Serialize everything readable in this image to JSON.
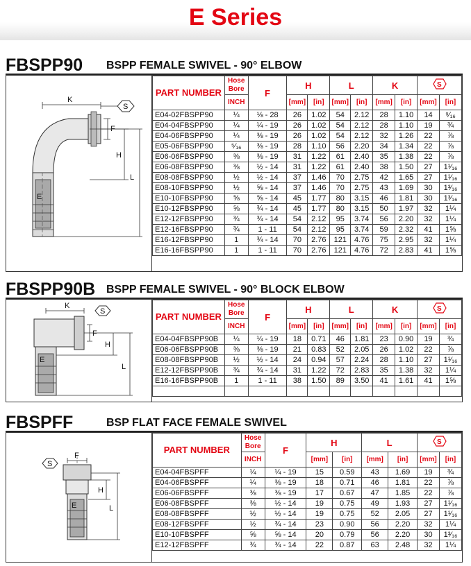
{
  "banner": {
    "title": "E Series"
  },
  "hex_symbol": "S",
  "sections": [
    {
      "code": "FBSPP90",
      "description": "BSPP FEMALE SWIVEL - 90° ELBOW",
      "drawing_labels": {
        "k": "K",
        "f": "F",
        "h": "H",
        "l": "L",
        "s": "S"
      },
      "headers": {
        "part": "PART NUMBER",
        "hose_bore": "Hose Bore",
        "inch": "INCH",
        "f": "F",
        "h": "H",
        "l": "L",
        "k": "K",
        "mm": "[mm]",
        "in": "[in]"
      },
      "rows": [
        [
          "E04-02FBSPP90",
          "¼",
          "⅛ - 28",
          "26",
          "1.02",
          "54",
          "2.12",
          "28",
          "1.10",
          "14",
          "⁹⁄₁₆"
        ],
        [
          "E04-04FBSPP90",
          "¼",
          "¼ - 19",
          "26",
          "1.02",
          "54",
          "2.12",
          "28",
          "1.10",
          "19",
          "¾"
        ],
        [
          "E04-06FBSPP90",
          "¼",
          "⅜ - 19",
          "26",
          "1.02",
          "54",
          "2.12",
          "32",
          "1.26",
          "22",
          "⅞"
        ],
        [
          "E05-06FBSPP90",
          "⁵⁄₁₆",
          "⅜ - 19",
          "28",
          "1.10",
          "56",
          "2.20",
          "34",
          "1.34",
          "22",
          "⅞"
        ],
        [
          "E06-06FBSPP90",
          "⅜",
          "⅜ - 19",
          "31",
          "1.22",
          "61",
          "2.40",
          "35",
          "1.38",
          "22",
          "⅞"
        ],
        [
          "E06-08FBSPP90",
          "⅜",
          "½ - 14",
          "31",
          "1.22",
          "61",
          "2.40",
          "38",
          "1.50",
          "27",
          "1¹⁄₁₆"
        ],
        [
          "E08-08FBSPP90",
          "½",
          "½ - 14",
          "37",
          "1.46",
          "70",
          "2.75",
          "42",
          "1.65",
          "27",
          "1¹⁄₁₆"
        ],
        [
          "E08-10FBSPP90",
          "½",
          "⅝ - 14",
          "37",
          "1.46",
          "70",
          "2.75",
          "43",
          "1.69",
          "30",
          "1³⁄₁₆"
        ],
        [
          "E10-10FBSPP90",
          "⅝",
          "⅝ - 14",
          "45",
          "1.77",
          "80",
          "3.15",
          "46",
          "1.81",
          "30",
          "1³⁄₁₆"
        ],
        [
          "E10-12FBSPP90",
          "⅝",
          "¾ - 14",
          "45",
          "1.77",
          "80",
          "3.15",
          "50",
          "1.97",
          "32",
          "1¼"
        ],
        [
          "E12-12FBSPP90",
          "¾",
          "¾ - 14",
          "54",
          "2.12",
          "95",
          "3.74",
          "56",
          "2.20",
          "32",
          "1¼"
        ],
        [
          "E12-16FBSPP90",
          "¾",
          "1 - 11",
          "54",
          "2.12",
          "95",
          "3.74",
          "59",
          "2.32",
          "41",
          "1⅝"
        ],
        [
          "E16-12FBSPP90",
          "1",
          "¾ - 14",
          "70",
          "2.76",
          "121",
          "4.76",
          "75",
          "2.95",
          "32",
          "1¼"
        ],
        [
          "E16-16FBSPP90",
          "1",
          "1 - 11",
          "70",
          "2.76",
          "121",
          "4.76",
          "72",
          "2.83",
          "41",
          "1⅝"
        ]
      ]
    },
    {
      "code": "FBSPP90B",
      "description": "BSPP FEMALE SWIVEL - 90° BLOCK ELBOW",
      "drawing_labels": {
        "k": "K",
        "f": "F",
        "h": "H",
        "l": "L",
        "s": "S"
      },
      "headers": {
        "part": "PART NUMBER",
        "hose_bore": "Hose Bore",
        "inch": "INCH",
        "f": "F",
        "h": "H",
        "l": "L",
        "k": "K",
        "mm": "[mm]",
        "in": "[in]"
      },
      "rows": [
        [
          "E04-04FBSPP90B",
          "¼",
          "¼ - 19",
          "18",
          "0.71",
          "46",
          "1.81",
          "23",
          "0.90",
          "19",
          "¾"
        ],
        [
          "E06-06FBSPP90B",
          "⅜",
          "⅜ - 19",
          "21",
          "0.83",
          "52",
          "2.05",
          "26",
          "1.02",
          "22",
          "⅞"
        ],
        [
          "E08-08FBSPP90B",
          "½",
          "½ - 14",
          "24",
          "0.94",
          "57",
          "2.24",
          "28",
          "1.10",
          "27",
          "1¹⁄₁₆"
        ],
        [
          "E12-12FBSPP90B",
          "¾",
          "¾ - 14",
          "31",
          "1.22",
          "72",
          "2.83",
          "35",
          "1.38",
          "32",
          "1¼"
        ],
        [
          "E16-16FBSPP90B",
          "1",
          "1 - 11",
          "38",
          "1.50",
          "89",
          "3.50",
          "41",
          "1.61",
          "41",
          "1⅝"
        ]
      ]
    },
    {
      "code": "FBSPFF",
      "description": "BSP FLAT FACE FEMALE SWIVEL",
      "drawing_labels": {
        "f": "F",
        "h": "H",
        "l": "L",
        "s": "S"
      },
      "headers": {
        "part": "PART NUMBER",
        "hose_bore": "Hose Bore",
        "inch": "INCH",
        "f": "F",
        "h": "H",
        "l": "L",
        "mm": "[mm]",
        "in": "[in]"
      },
      "rows": [
        [
          "E04-04FBSPFF",
          "¼",
          "¼ - 19",
          "15",
          "0.59",
          "43",
          "1.69",
          "19",
          "¾"
        ],
        [
          "E04-06FBSPFF",
          "¼",
          "⅜ - 19",
          "18",
          "0.71",
          "46",
          "1.81",
          "22",
          "⅞"
        ],
        [
          "E06-06FBSPFF",
          "⅜",
          "⅜ - 19",
          "17",
          "0.67",
          "47",
          "1.85",
          "22",
          "⅞"
        ],
        [
          "E06-08FBSPFF",
          "⅜",
          "½ - 14",
          "19",
          "0.75",
          "49",
          "1.93",
          "27",
          "1¹⁄₁₆"
        ],
        [
          "E08-08FBSPFF",
          "½",
          "½ - 14",
          "19",
          "0.75",
          "52",
          "2.05",
          "27",
          "1¹⁄₁₆"
        ],
        [
          "E08-12FBSPFF",
          "½",
          "¾ - 14",
          "23",
          "0.90",
          "56",
          "2.20",
          "32",
          "1¼"
        ],
        [
          "E10-10FBSPFF",
          "⅝",
          "⅝ - 14",
          "20",
          "0.79",
          "56",
          "2.20",
          "30",
          "1³⁄₁₆"
        ],
        [
          "E12-12FBSPFF",
          "¾",
          "¾ - 14",
          "22",
          "0.87",
          "63",
          "2.48",
          "32",
          "1¼"
        ]
      ]
    }
  ]
}
